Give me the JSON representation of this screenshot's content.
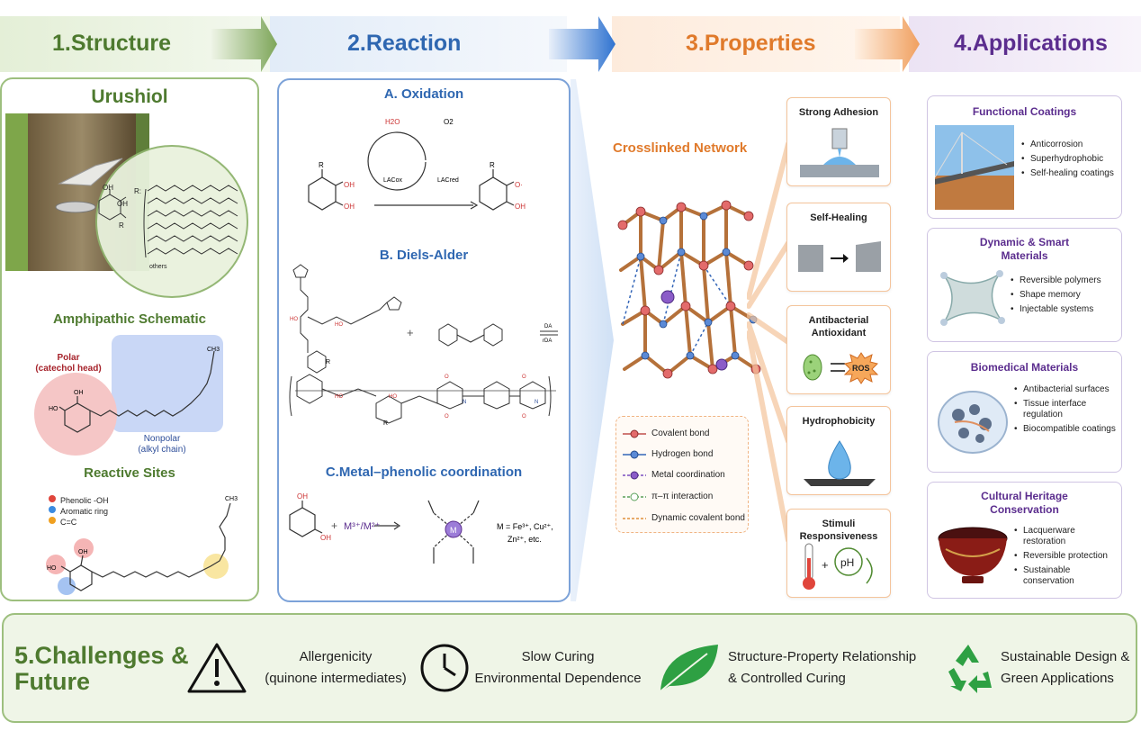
{
  "headers": {
    "structure": "1.Structure",
    "reaction": "2.Reaction",
    "properties": "3.Properties",
    "applications": "4.Applications"
  },
  "structure": {
    "title": "Urushiol",
    "r_label": "R:",
    "r_repeat": "6",
    "others_label": "others",
    "oh1": "OH",
    "oh2": "OH",
    "r2": "R",
    "amphipathic_title": "Amphipathic Schematic",
    "polar_label": "Polar",
    "polar_sub": "(catechol head)",
    "nonpolar_label": "Nonpolar",
    "nonpolar_sub": "(alkyl chain)",
    "ch3": "CH3",
    "reactive_title": "Reactive Sites",
    "legend": [
      "Phenolic -OH",
      "Aromatic ring",
      "C=C"
    ],
    "ho": "HO",
    "oh": "OH"
  },
  "reaction": {
    "oxidation_title": "A. Oxidation",
    "h2o": "H2O",
    "o2": "O2",
    "lac_ox": "LACox",
    "lac_red": "LACred",
    "r": "R",
    "oh": "OH",
    "o_rad": "O·",
    "da_title": "B. Diels-Alder",
    "plus": "+",
    "da": "DA",
    "rda": "rDA",
    "metal_title": "C.Metal–phenolic coordination",
    "m_ions": "M³⁺/M²⁺",
    "m": "M",
    "m_desc1": "M = Fe³⁺, Cu²⁺,",
    "m_desc2": "Zn²⁺, etc."
  },
  "properties": {
    "network_title": "Crosslinked Network",
    "legend": [
      "Covalent bond",
      "Hydrogen bond",
      "Metal coordination",
      "π–π interaction",
      "Dynamic covalent bond"
    ],
    "cards": [
      "Strong Adhesion",
      "Self-Healing",
      "Antibacterial Antioxidant",
      "Hydrophobicity",
      "Stimuli Responsiveness"
    ],
    "ros": "ROS",
    "ph": "pH"
  },
  "applications": [
    {
      "title": "Functional Coatings",
      "items": [
        "Anticorrosion",
        "Superhydrophobic",
        "Self-healing coatings"
      ]
    },
    {
      "title": "Dynamic & Smart Materials",
      "items": [
        "Reversible polymers",
        "Shape memory",
        "Injectable systems"
      ]
    },
    {
      "title": "Biomedical Materials",
      "items": [
        "Antibacterial surfaces",
        "Tissue interface regulation",
        "Biocompatible coatings"
      ]
    },
    {
      "title": "Cultural Heritage Conservation",
      "items": [
        "Lacquerware restoration",
        "Reversible protection",
        "Sustainable conservation"
      ]
    }
  ],
  "challenges": {
    "title": "5.Challenges & Future",
    "items": [
      {
        "line1": "Allergenicity",
        "line2": "(quinone intermediates)"
      },
      {
        "line1": "Slow Curing",
        "line2": "Environmental Dependence"
      },
      {
        "line1": "Structure-Property Relationship",
        "line2": "& Controlled Curing"
      },
      {
        "line1": "Sustainable Design &",
        "line2": "Green Applications"
      }
    ]
  },
  "colors": {
    "structure": "#4e7a2f",
    "reaction": "#2f67b1",
    "properties": "#e07a2b",
    "applications": "#5b2d8e",
    "challenges": "#4e7a2f"
  }
}
